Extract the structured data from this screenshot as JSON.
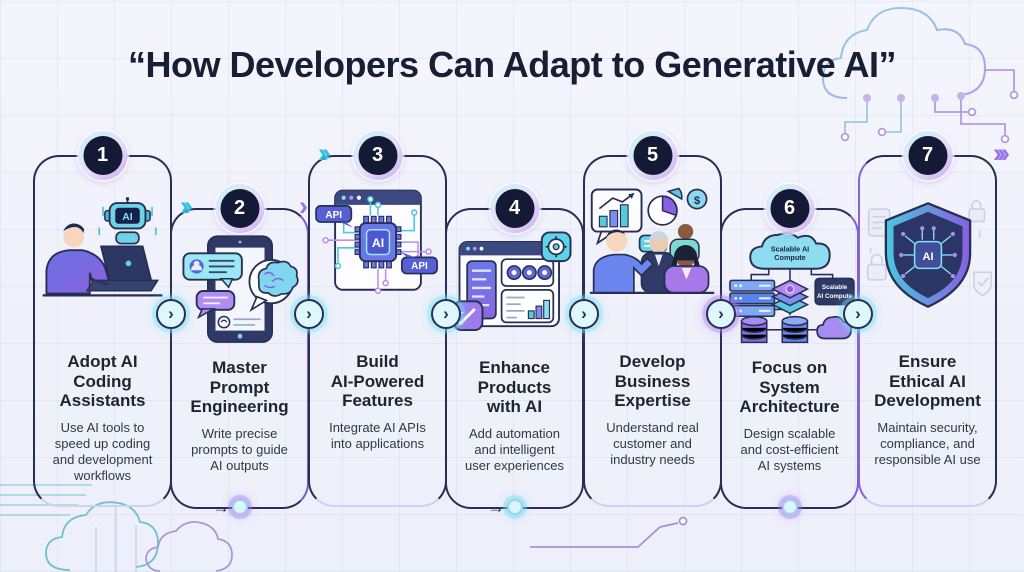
{
  "header": {
    "title": "“How Developers Can Adapt to Generative AI”"
  },
  "steps": [
    {
      "number": "1",
      "title": "Adopt AI\nCoding\nAssistants",
      "description": "Use AI tools to\nspeed up coding\nand development\nworkflows"
    },
    {
      "number": "2",
      "title": "Master\nPrompt\nEngineering",
      "description": "Write precise\nprompts to guide\nAI outputs"
    },
    {
      "number": "3",
      "title": "Build\nAI-Powered\nFeatures",
      "description": "Integrate AI APIs\ninto applications"
    },
    {
      "number": "4",
      "title": "Enhance\nProducts\nwith AI",
      "description": "Add automation\nand intelligent\nuser experiences"
    },
    {
      "number": "5",
      "title": "Develop\nBusiness\nExpertise",
      "description": "Understand real\ncustomer and\nindustry needs"
    },
    {
      "number": "6",
      "title": "Focus on\nSystem\nArchitecture",
      "description": "Design scalable\nand cost-efficient\nAI systems"
    },
    {
      "number": "7",
      "title": "Ensure\nEthical AI\nDevelopment",
      "description": "Maintain security,\ncompliance, and\nresponsible AI use"
    }
  ],
  "illustrations": {
    "robot_label": "AI",
    "chip_label": "AI",
    "api_label_top": "API",
    "api_label_bottom": "API",
    "dollar_symbol": "$",
    "cloud_label_line1": "Scalable AI",
    "cloud_label_line2": "Compute",
    "box_label_line1": "Scalable",
    "box_label_line2": "AI Compute",
    "shield_chip_label": "AI"
  },
  "icons": {
    "chevron_single": "›",
    "chevron_double": "››",
    "chevron_triple": "›››",
    "flow_chevron": "›",
    "flow_arrow": "→"
  },
  "colors": {
    "navy": "#273054",
    "badge_bg": "#141a36",
    "cyan": "#2ebfda",
    "purple": "#8a5fe0",
    "background": "#f1f2fa"
  }
}
